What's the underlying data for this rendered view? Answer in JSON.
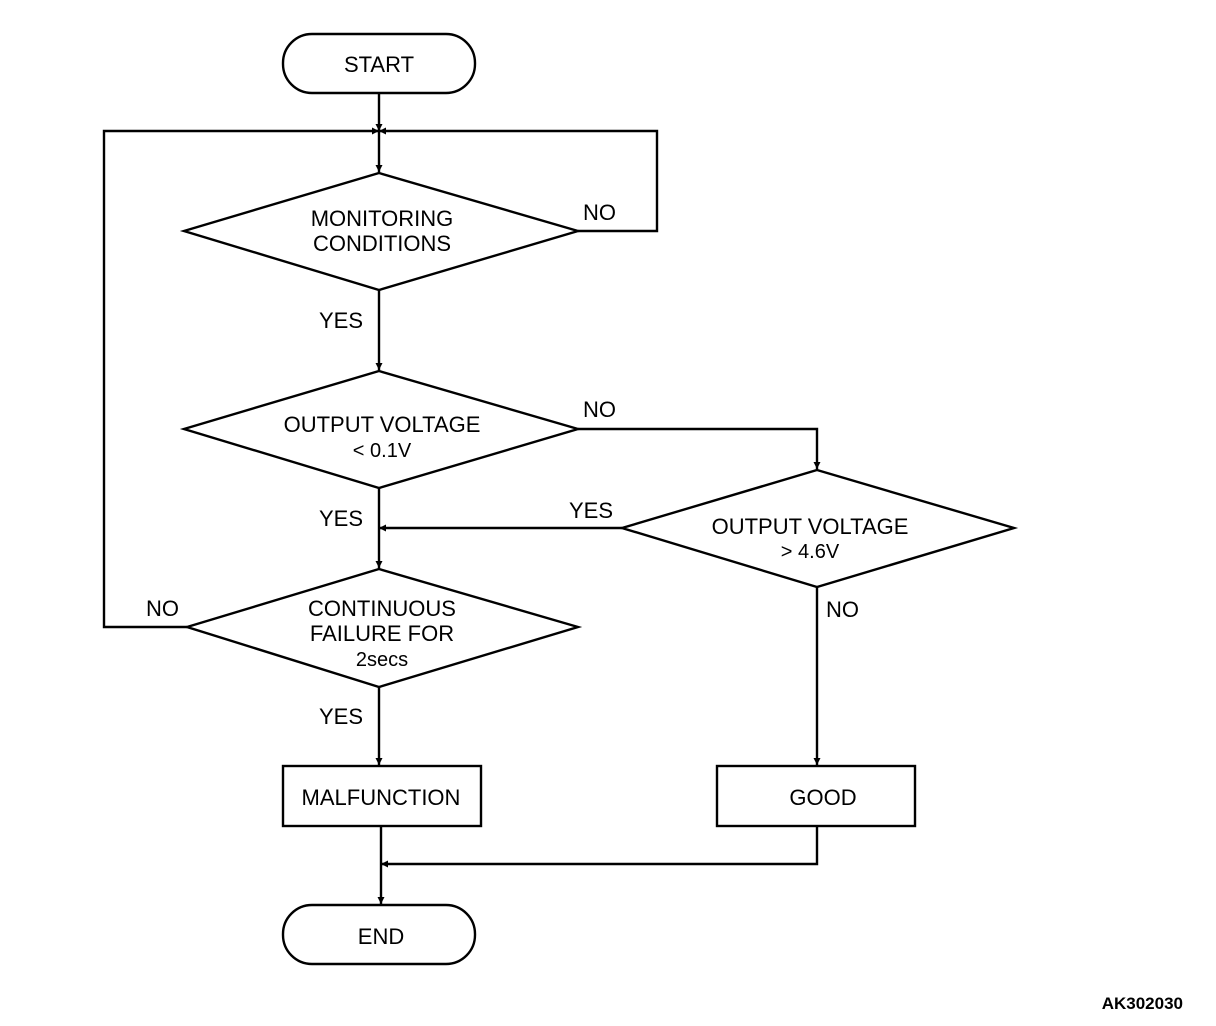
{
  "nodes": {
    "start": "START",
    "monitoring_line1": "MONITORING",
    "monitoring_line2": "CONDITIONS",
    "low_line1": "OUTPUT VOLTAGE",
    "low_line2": "< 0.1V",
    "high_line1": "OUTPUT VOLTAGE",
    "high_line2": "> 4.6V",
    "continuous_line1": "CONTINUOUS",
    "continuous_line2": "FAILURE FOR",
    "continuous_line3": "2secs",
    "malfunction": "MALFUNCTION",
    "good": "GOOD",
    "end": "END"
  },
  "edges": {
    "monitoring_no": "NO",
    "monitoring_yes": "YES",
    "low_no": "NO",
    "low_yes": "YES",
    "high_yes": "YES",
    "high_no": "NO",
    "continuous_no": "NO",
    "continuous_yes": "YES"
  },
  "figure_code": "AK302030"
}
